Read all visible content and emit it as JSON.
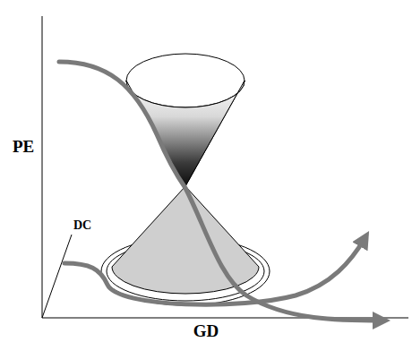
{
  "diagram": {
    "labels": [
      "PE",
      "DC",
      "GD"
    ]
  }
}
